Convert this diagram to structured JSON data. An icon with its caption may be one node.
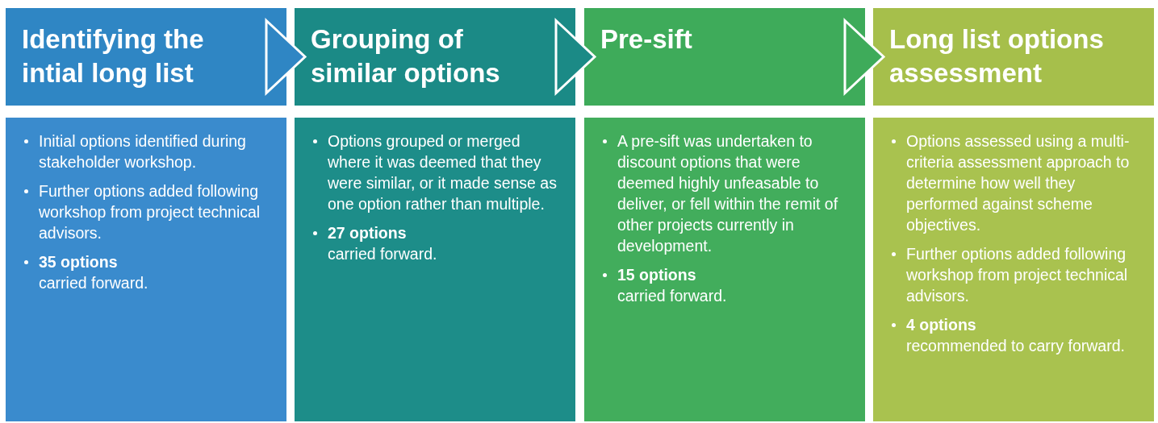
{
  "diagram": {
    "nodes": [
      {
        "text": [
          "Identifying the intial long list"
        ]
      },
      {
        "text": [
          "Grouping of similar options"
        ]
      },
      {
        "text": [
          "Pre-sift"
        ]
      },
      {
        "text": [
          "Long list options assessment"
        ]
      },
      {
        "text": [
          "Initial options identified during stakeholder workshop.",
          "Further options added following workshop from project technical advisors.",
          "**35 options** carried forward."
        ]
      },
      {
        "text": [
          "Options grouped or merged where it was deemed that they were similar, or it made sense as one option rather than multiple.",
          "**27 options** carried forward."
        ]
      },
      {
        "text": [
          "A pre-sift was undertaken to discount options that were deemed highly unfeasable to deliver, or fell within the remit of other projects currently in development.",
          "**15 options** carried forward."
        ]
      },
      {
        "text": [
          "Options assessed using a multi-criteria assessment approach to determine how well they performed against scheme objectives.",
          "Further options added following workshop from project technical advisors.",
          "**4 options** recommended to carry forward."
        ]
      }
    ],
    "edges": [
      {
        "from": 0,
        "to": 1,
        "arrow": "to",
        "color": "#2f86c4"
      },
      {
        "from": 1,
        "to": 2,
        "arrow": "to",
        "color": "#1b8a86"
      },
      {
        "from": 2,
        "to": 3,
        "arrow": "to",
        "color": "#3eab5a"
      }
    ]
  }
}
